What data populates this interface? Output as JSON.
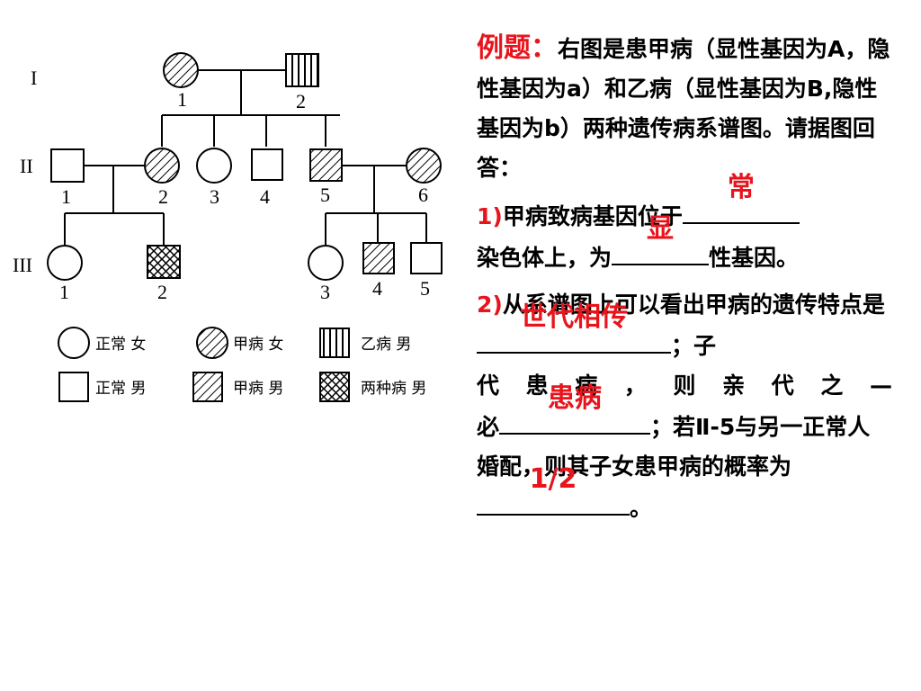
{
  "pedigree": {
    "generations": [
      "I",
      "II",
      "III"
    ],
    "gen1_numbers": [
      "1",
      "2"
    ],
    "gen2_numbers": [
      "1",
      "2",
      "3",
      "4",
      "5",
      "6"
    ],
    "gen3_numbers": [
      "1",
      "2",
      "3",
      "4",
      "5"
    ],
    "legend": {
      "normal_female": "正常 女",
      "affected_a_female": "甲病 女",
      "affected_b_male": "乙病 男",
      "normal_male": "正常 男",
      "affected_a_male": "甲病 男",
      "both_male": "两种病 男"
    }
  },
  "question": {
    "label": "例题：",
    "intro": "右图是患甲病（显性基因为A，隐性基因为a）和乙病（显性基因为B,隐性基因为b）两种遗传病系谱图。请据图回答：",
    "q1_num": "1)",
    "q1_text1": "甲病致病基因位于",
    "q1_text2": "染色体上，为",
    "q1_text3": "性基因。",
    "q1_answer1": "常",
    "q1_answer2": "显",
    "q2_num": "2)",
    "q2_text1": "从系谱图上可以看出甲病的遗传特点是",
    "q2_text2": "；子",
    "q2_text3": "代 患 病 ， 则 亲 代 之 —",
    "q2_text4": "必",
    "q2_text5": "；若Ⅱ-5与另一正常人婚配，则其子女患甲病的概率为",
    "q2_text6": "。",
    "q2_answer1": "世代相传",
    "q2_answer2": "患病",
    "q2_answer3": "1/2"
  }
}
